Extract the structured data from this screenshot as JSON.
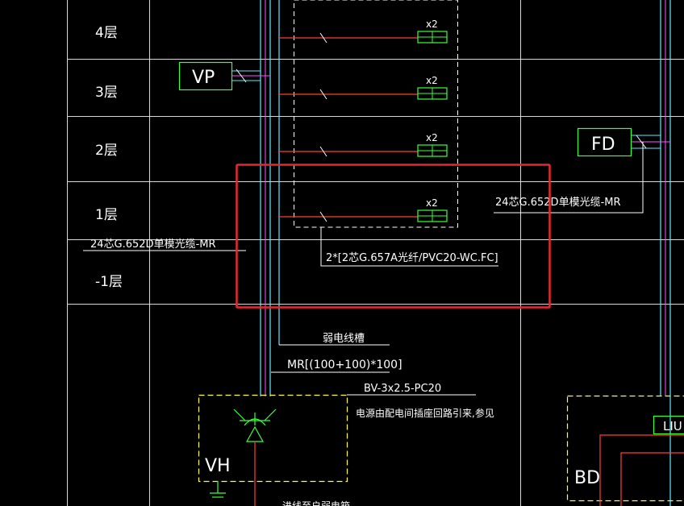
{
  "floors": [
    {
      "label": "4层"
    },
    {
      "label": "3层"
    },
    {
      "label": "2层"
    },
    {
      "label": "1层"
    },
    {
      "label": "-1层"
    }
  ],
  "boxes": {
    "vp": "VP",
    "fd": "FD",
    "vh": "VH",
    "bd": "BD",
    "liu": "LIU"
  },
  "outlet_multiplier": "x2",
  "cables": {
    "left_backbone": "24芯G.652D单模光缆-MR",
    "right_backbone": "24芯G.652D单模光缆-MR",
    "horizontal": "2*[2芯G.657A光纤/PVC20-WC.FC]",
    "trunking_label": "弱电线槽",
    "trunking_size": "MR[(100+100)*100]",
    "power_cable": "BV-3x2.5-PC20",
    "power_note": "电源由配电间插座回路引来,参见",
    "bottom_note": "进线至户弱电箱"
  },
  "colors": {
    "background": "#000000",
    "grid": "#d8d8d8",
    "cyan": "#5fe8ff",
    "red": "#ff3c3c",
    "green": "#3cff3c",
    "yellow": "#ffff3c",
    "magenta": "#ff50ff",
    "highlight": "#e8282e"
  }
}
